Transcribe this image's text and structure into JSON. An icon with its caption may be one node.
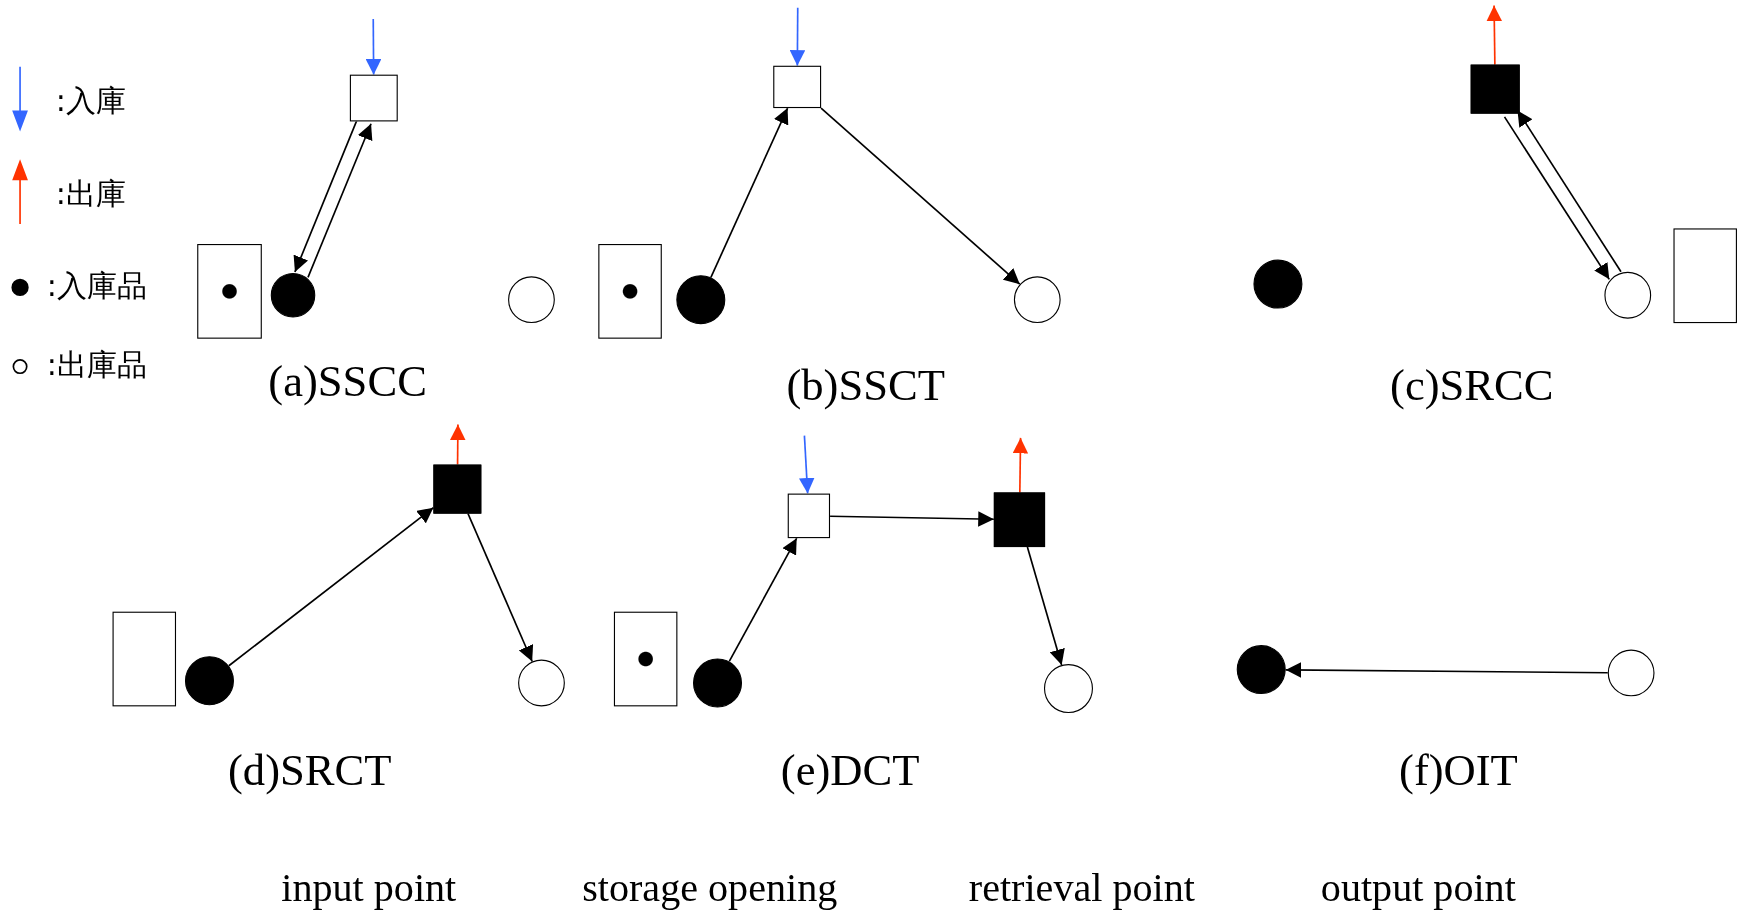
{
  "diagram": {
    "nodes": [
      {
        "text": [],
        "shape": "box"
      },
      {
        "text": [],
        "shape": "circle"
      },
      {
        "text": [],
        "shape": "box"
      },
      {
        "text": [],
        "shape": "circle"
      },
      {
        "text": [],
        "shape": "box"
      },
      {
        "text": [],
        "shape": "circle"
      },
      {
        "text": [],
        "shape": "box"
      },
      {
        "text": [],
        "shape": "circle"
      },
      {
        "text": [],
        "shape": "circle"
      },
      {
        "text": [],
        "shape": "box"
      },
      {
        "text": [],
        "shape": "circle"
      },
      {
        "text": [],
        "shape": "box"
      },
      {
        "text": [],
        "shape": "box"
      },
      {
        "text": [],
        "shape": "circle"
      },
      {
        "text": [],
        "shape": "box"
      },
      {
        "text": [],
        "shape": "circle"
      },
      {
        "text": [],
        "shape": "box"
      },
      {
        "text": [],
        "shape": "circle"
      },
      {
        "text": [],
        "shape": "box"
      },
      {
        "text": [],
        "shape": "box"
      },
      {
        "text": [],
        "shape": "circle"
      },
      {
        "text": [],
        "shape": "circle"
      },
      {
        "text": [],
        "shape": "circle"
      }
    ],
    "edges": [
      {
        "from": null,
        "to": 2,
        "arrow": "to",
        "color": "#3366ff"
      },
      {
        "from": 1,
        "to": 2,
        "arrow": "to"
      },
      {
        "from": 2,
        "to": 1,
        "arrow": "to"
      },
      {
        "from": null,
        "to": 6,
        "arrow": "to",
        "color": "#3366ff"
      },
      {
        "from": 5,
        "to": 6,
        "arrow": "to"
      },
      {
        "from": 6,
        "to": 7,
        "arrow": "to"
      },
      {
        "from": 9,
        "to": null,
        "arrow": "to",
        "color": "#ff3300"
      },
      {
        "from": 9,
        "to": 10,
        "arrow": "to"
      },
      {
        "from": 10,
        "to": 9,
        "arrow": "to"
      },
      {
        "from": 14,
        "to": null,
        "arrow": "to",
        "color": "#ff3300"
      },
      {
        "from": 13,
        "to": 14,
        "arrow": "to"
      },
      {
        "from": 14,
        "to": 15,
        "arrow": "to"
      },
      {
        "from": null,
        "to": 18,
        "arrow": "to",
        "color": "#3366ff"
      },
      {
        "from": 17,
        "to": 18,
        "arrow": "to"
      },
      {
        "from": 18,
        "to": 19,
        "arrow": "to"
      },
      {
        "from": 19,
        "to": null,
        "arrow": "to",
        "color": "#ff3300"
      },
      {
        "from": 19,
        "to": 20,
        "arrow": "to"
      },
      {
        "from": 22,
        "to": 21,
        "arrow": "to"
      }
    ],
    "labels": [
      "(a)SSCC",
      "(b)SSCT",
      "(c)SRCC",
      "(d)SRCT",
      "(e)DCT",
      "(f)OIT",
      "input point",
      "storage opening",
      "retrieval point",
      "output point"
    ],
    "legend": [
      {
        "text": ":入庫"
      },
      {
        "text": ":出庫"
      },
      {
        "text": ":入庫品"
      },
      {
        "text": ":出庫品"
      }
    ]
  }
}
